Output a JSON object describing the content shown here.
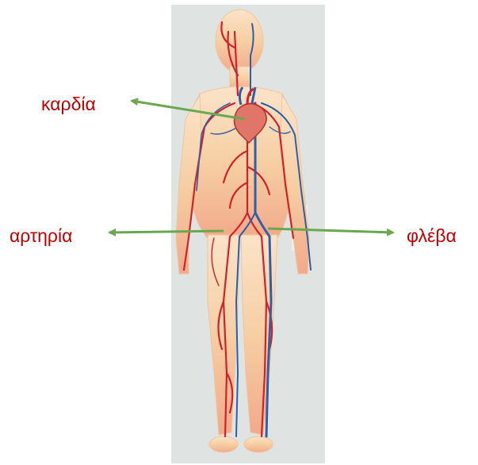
{
  "labels": {
    "heart": "καρδία",
    "artery": "αρτηρία",
    "vein": "φλέβα"
  },
  "colors": {
    "label_text": "#c00000",
    "arrow": "#6aa84f",
    "panel_background": "#dfe4e3",
    "skin": "#f7d2a8",
    "artery_vessel": "#d4202a",
    "vein_vessel": "#2f5fa8"
  },
  "icons": {
    "body": "human-circulatory-system-illustration",
    "heart": "heart-icon"
  }
}
